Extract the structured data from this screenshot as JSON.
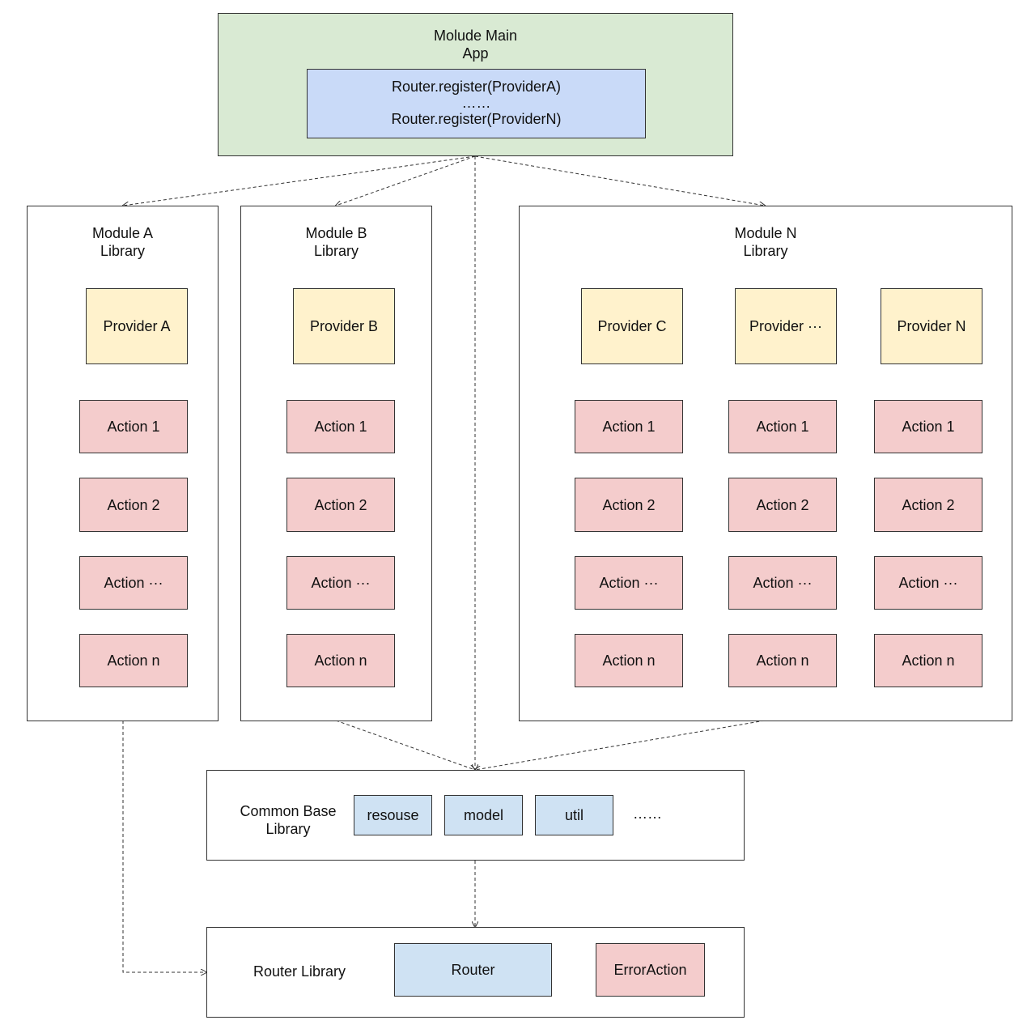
{
  "main_app": {
    "title": "Molude Main",
    "subtitle": "App",
    "register_first": "Router.register(ProviderA)",
    "register_ellipsis": "……",
    "register_last": "Router.register(ProviderN)"
  },
  "module_a": {
    "title": "Module A",
    "subtitle": "Library",
    "provider": "Provider A",
    "actions": [
      "Action 1",
      "Action 2",
      "Action ···",
      "Action n"
    ]
  },
  "module_b": {
    "title": "Module B",
    "subtitle": "Library",
    "provider": "Provider B",
    "actions": [
      "Action 1",
      "Action 2",
      "Action ···",
      "Action n"
    ]
  },
  "module_n": {
    "title": "Module N",
    "subtitle": "Library",
    "groups": [
      {
        "provider": "Provider C",
        "actions": [
          "Action 1",
          "Action 2",
          "Action ···",
          "Action n"
        ]
      },
      {
        "provider": "Provider ···",
        "actions": [
          "Action 1",
          "Action 2",
          "Action ···",
          "Action n"
        ]
      },
      {
        "provider": "Provider N",
        "actions": [
          "Action 1",
          "Action 2",
          "Action ···",
          "Action n"
        ]
      }
    ]
  },
  "common_base": {
    "title": "Common Base",
    "subtitle": "Library",
    "items": [
      "resouse",
      "model",
      "util"
    ],
    "ellipsis": "……"
  },
  "router_library": {
    "title": "Router Library",
    "router": "Router",
    "error_action": "ErrorAction"
  },
  "colors": {
    "main_app_fill": "#d9ead3",
    "register_fill": "#c9daf8",
    "provider_fill": "#fff2cc",
    "action_fill": "#f4cccc",
    "library_item_fill": "#cfe2f3"
  }
}
